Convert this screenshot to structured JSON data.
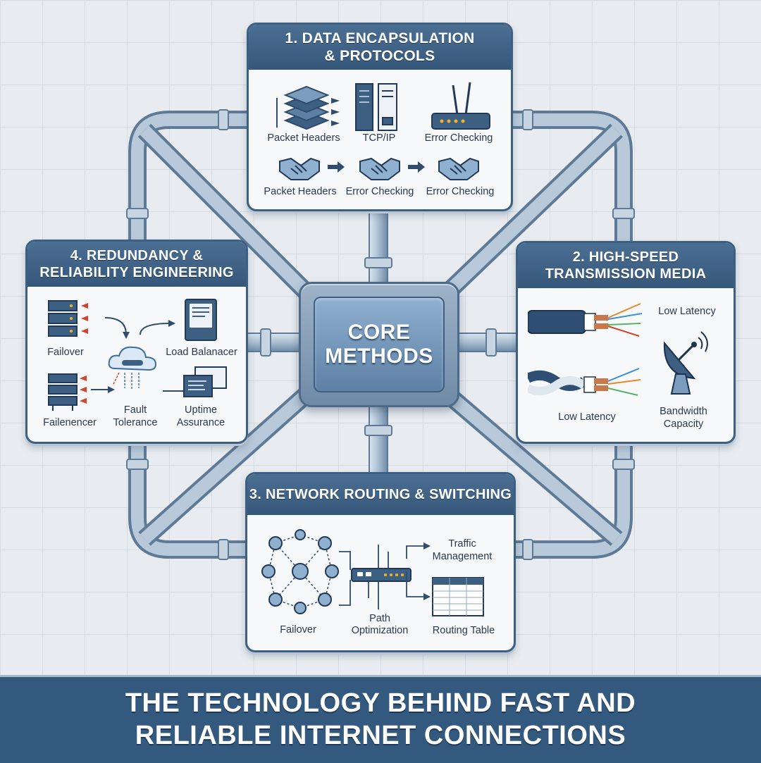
{
  "center": {
    "line1": "CORE",
    "line2": "METHODS"
  },
  "panels": {
    "encapsulation": {
      "title_line1": "1. DATA ENCAPSULATION",
      "title_line2": "& PROTOCOLS",
      "row1": [
        "Packet Headers",
        "TCP/IP",
        "Error Checking"
      ],
      "row2": [
        "Packet Headers",
        "Error Checking",
        "Error Checking"
      ]
    },
    "transmission": {
      "title_line1": "2. HIGH-SPEED",
      "title_line2": "TRANSMISSION MEDIA",
      "labels": [
        "Low Latency",
        "Low Latency",
        "Bandwidth",
        "Capacity"
      ]
    },
    "routing": {
      "title": "3. NETWORK ROUTING & SWITCHING",
      "labels": {
        "traffic1": "Traffic",
        "traffic2": "Management",
        "failover": "Failover",
        "path1": "Path",
        "path2": "Optimization",
        "table": "Routing Table"
      }
    },
    "redundancy": {
      "title_line1": "4. REDUNDANCY &",
      "title_line2": "RELIABILITY ENGINEERING",
      "labels": {
        "failover": "Failover",
        "load": "Load Balanacer",
        "failenencer": "Failenencer",
        "fault1": "Fault",
        "fault2": "Tolerance",
        "uptime1": "Uptime",
        "uptime2": "Assurance"
      }
    }
  },
  "banner": {
    "line1": "THE TECHNOLOGY BEHIND FAST AND",
    "line2": "RELIABLE INTERNET CONNECTIONS"
  },
  "colors": {
    "panel_header": "#3d5f82",
    "pipe": "#8fa8c0",
    "arrow_red": "#d0452f",
    "banner": "#34597e"
  }
}
